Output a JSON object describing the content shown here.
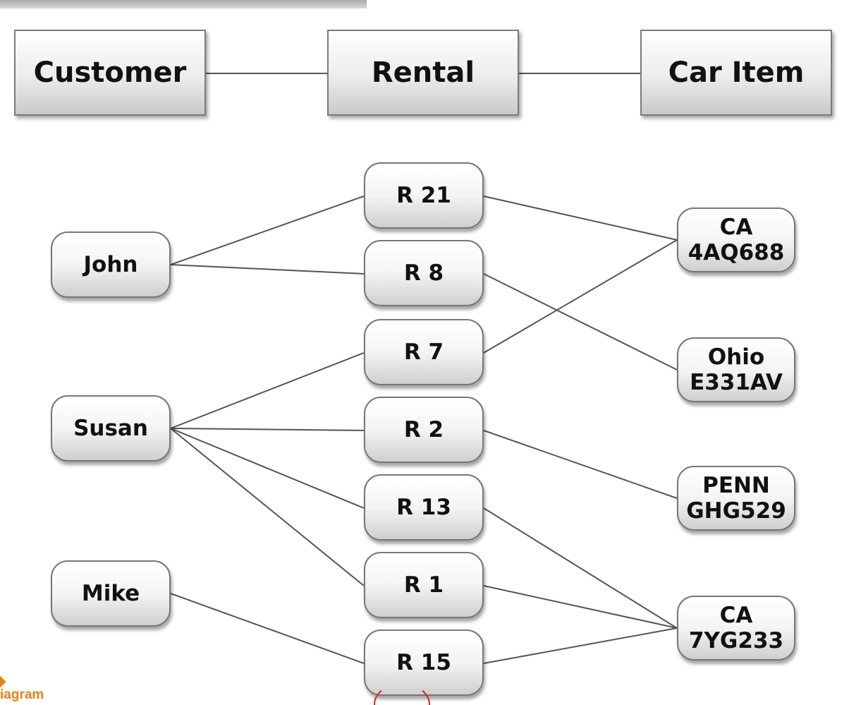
{
  "entities": {
    "customer": "Customer",
    "rental": "Rental",
    "car_item": "Car Item"
  },
  "customers": [
    "John",
    "Susan",
    "Mike"
  ],
  "rentals": [
    "R 21",
    "R 8",
    "R 7",
    "R 2",
    "R 13",
    "R 1",
    "R 15"
  ],
  "cars": [
    "CA\n4AQ688",
    "Ohio\nE331AV",
    "PENN\nGHG529",
    "CA\n7YG233"
  ],
  "links": [
    {
      "from": "John",
      "to": "R 21"
    },
    {
      "from": "John",
      "to": "R 8"
    },
    {
      "from": "Susan",
      "to": "R 7"
    },
    {
      "from": "Susan",
      "to": "R 2"
    },
    {
      "from": "Susan",
      "to": "R 13"
    },
    {
      "from": "Susan",
      "to": "R 1"
    },
    {
      "from": "Mike",
      "to": "R 15"
    },
    {
      "from": "R 21",
      "to": "CA\n4AQ688"
    },
    {
      "from": "R 7",
      "to": "CA\n4AQ688"
    },
    {
      "from": "R 8",
      "to": "Ohio\nE331AV"
    },
    {
      "from": "R 2",
      "to": "PENN\nGHG529"
    },
    {
      "from": "R 13",
      "to": "CA\n7YG233"
    },
    {
      "from": "R 1",
      "to": "CA\n7YG233"
    },
    {
      "from": "R 15",
      "to": "CA\n7YG233"
    }
  ],
  "watermark": "iagram",
  "colors": {
    "line": "#555555",
    "watermark": "#ef7d17"
  }
}
